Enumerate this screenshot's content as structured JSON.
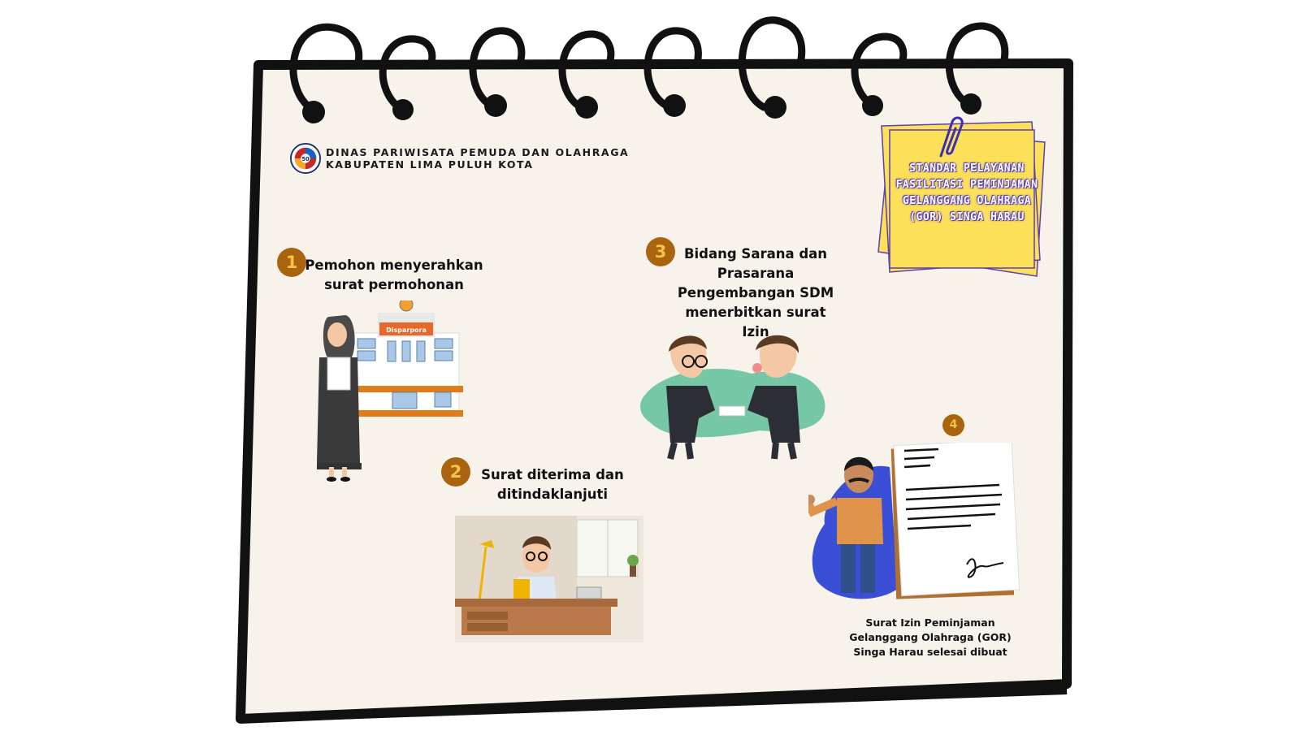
{
  "header": {
    "line1": "DINAS PARIWISATA PEMUDA DAN OLAHRAGA",
    "line2": "KABUPATEN LIMA PULUH KOTA",
    "logo_icon": "government-seal-logo"
  },
  "note": {
    "title": "STANDAR PELAYANAN FASILITASI PEMINJAMAN GELANGGANG OLAHRAGA (GOR) SINGA HARAU",
    "clip_icon": "paperclip-icon"
  },
  "steps": [
    {
      "number": "1",
      "text": "Pemohon menyerahkan surat permohonan",
      "building_sign": "Disparpora"
    },
    {
      "number": "2",
      "text": "Surat diterima dan ditindaklanjuti"
    },
    {
      "number": "3",
      "text": "Bidang Sarana dan Prasarana Pengembangan SDM menerbitkan surat Izin"
    },
    {
      "number": "4",
      "text": "Surat Izin Peminjaman Gelanggang Olahraga (GOR) Singa Harau selesai dibuat"
    }
  ],
  "colors": {
    "paper": "#f7f2ea",
    "badge": "#a8640f",
    "badge_text": "#f6c34a",
    "note_yellow": "#fde05a",
    "note_outline": "#5b3fb3",
    "blob_blue": "#3a4fd6",
    "blob_green": "#5fbf9a"
  }
}
